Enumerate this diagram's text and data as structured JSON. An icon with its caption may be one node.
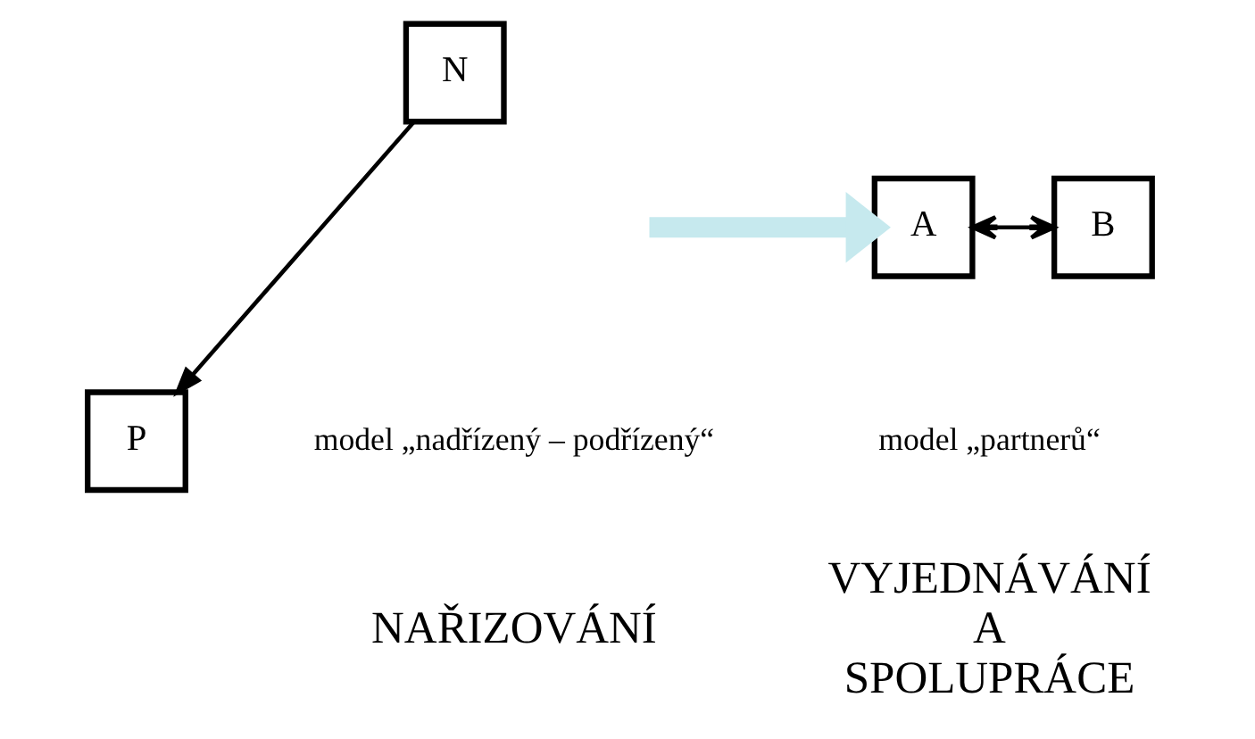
{
  "diagram": {
    "nodes": [
      {
        "text": [
          "N"
        ]
      },
      {
        "text": [
          "P"
        ]
      },
      {
        "text": [
          "A"
        ]
      },
      {
        "text": [
          "B"
        ]
      }
    ],
    "edges": [
      {
        "from": 0,
        "to": 1,
        "arrow": "to"
      },
      {
        "from": null,
        "to": 2,
        "arrow": "to",
        "style": "thick",
        "color": "#c6e9ee"
      },
      {
        "from": 2,
        "to": 3,
        "arrow": "both"
      }
    ],
    "labels": [
      "model „nadřízený – podřízený“",
      "model „partnerů“",
      "NAŘIZOVÁNÍ",
      "VYJEDNÁVÁNÍ A SPOLUPRÁCE"
    ]
  }
}
